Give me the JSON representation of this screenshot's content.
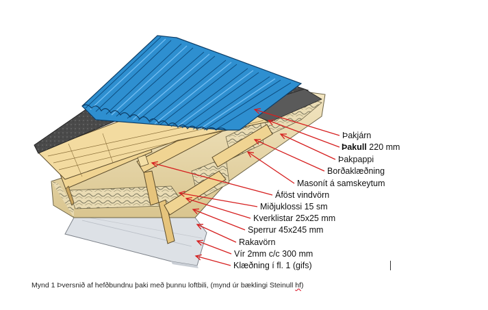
{
  "labels": [
    {
      "text": "Þakjárn",
      "bold": false
    },
    {
      "bold_part": "Þakull",
      "rest": " 220 mm"
    },
    {
      "text": "Þakpappi"
    },
    {
      "text": "Borðaklæðning"
    },
    {
      "text": "Masonít á samskeytum"
    },
    {
      "text": "Áföst vindvörn"
    },
    {
      "text": "Miðjuklossi 15 sm"
    },
    {
      "text": "Kverklistar 25x25 mm"
    },
    {
      "text": "Sperrur 45x245 mm"
    },
    {
      "text": "Rakavörn"
    },
    {
      "text": "Vír 2mm c/c 300 mm"
    },
    {
      "text": "Klæðning í fl. 1 (gifs)"
    }
  ],
  "caption": {
    "main": "Mynd 1 Þversnið af hefðbundnu þaki með þunnu loftbili,  (mynd úr bæklingi Steinull ",
    "tail": "hf",
    "close": ")"
  },
  "colors": {
    "roof_sheet": "#2e8fd0",
    "felt": "#555555",
    "wood": "#f1d79a",
    "insulation": "#e8d9b0",
    "arrow": "#d61f1f",
    "vapor": "#d9dde2"
  }
}
